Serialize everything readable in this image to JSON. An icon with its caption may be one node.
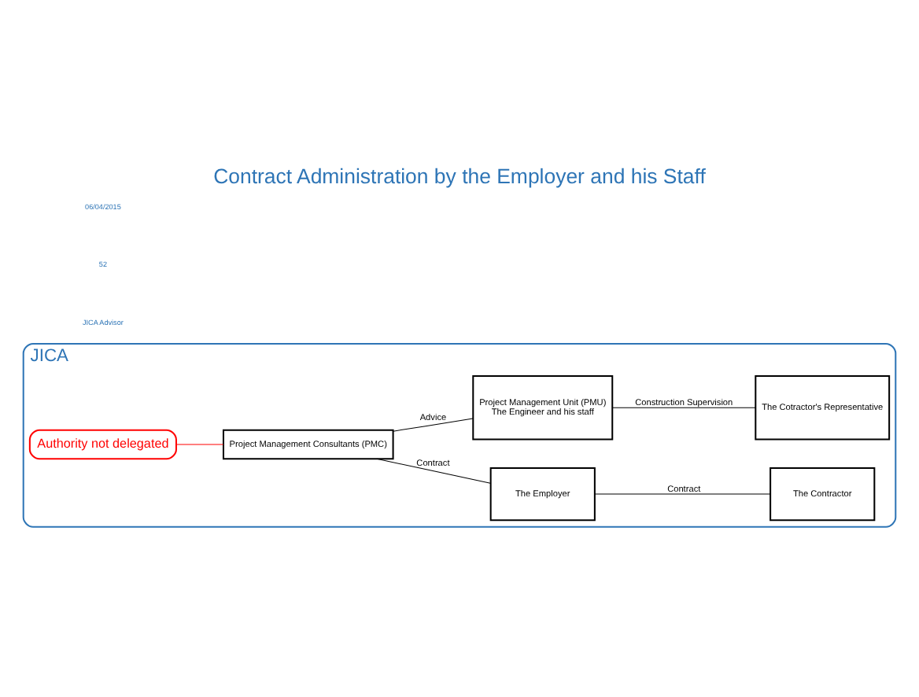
{
  "diagram": {
    "title": "Contract Administration by the Employer and his Staff",
    "nodes": [
      {
        "text": [
          "JICA"
        ]
      },
      {
        "text": [
          "The Employer"
        ],
        "in": 0
      },
      {
        "text": [
          "Project Management Unit (PMU)",
          "The Engineer and his staff"
        ],
        "in": 0
      },
      {
        "text": [
          "Project Management Consultants (PMC)"
        ],
        "in": 0
      },
      {
        "text": [
          "The Contractor"
        ],
        "in": 0
      },
      {
        "text": [
          "The Cotractor's Representative"
        ],
        "in": 0
      },
      {
        "text": [
          "Authority not delegated"
        ],
        "in": 0
      }
    ],
    "edges": [
      {
        "from": 3,
        "to": 1,
        "arrow": "none",
        "label": "Contract"
      },
      {
        "from": 1,
        "to": 4,
        "arrow": "none",
        "label": "Contract"
      },
      {
        "from": 3,
        "to": 2,
        "arrow": "none",
        "label": "Advice"
      },
      {
        "from": 2,
        "to": 5,
        "arrow": "none",
        "label": "Construction Supervision"
      },
      {
        "from": 6,
        "to": 3,
        "arrow": "none",
        "color": "#ff0000"
      }
    ],
    "labels": [
      "JICA Advisor",
      "52",
      "06/04/2015"
    ]
  }
}
